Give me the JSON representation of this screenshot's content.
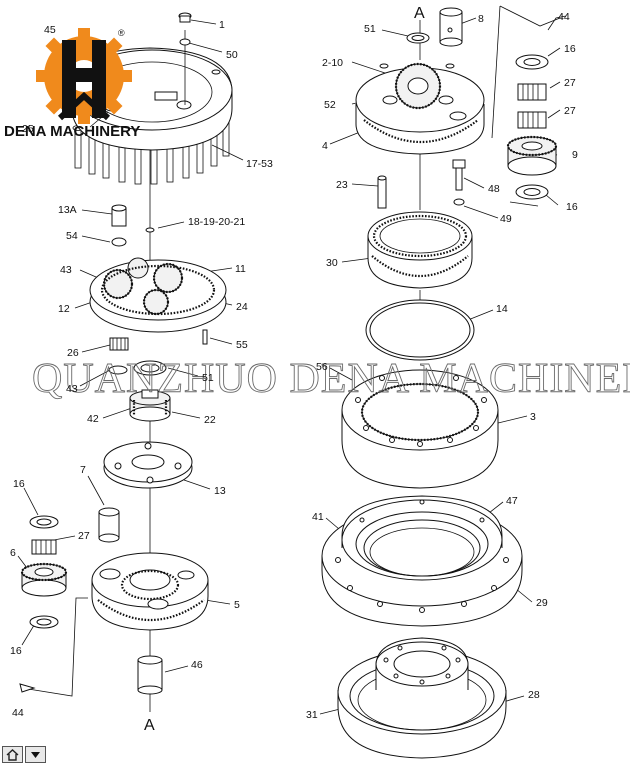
{
  "logo": {
    "brand": "DENA MACHINERY",
    "registered": "®",
    "color": "#f08a1c"
  },
  "watermark": "QUANZHUO DENA MACHINERY",
  "section_marks": {
    "top": "A",
    "bottom": "A"
  },
  "labels": {
    "l1": "1",
    "l45": "45",
    "l50": "50",
    "l25": "25",
    "l1753": "17-53",
    "l13a": "13A",
    "l54": "54",
    "l18": "18-19-20-21",
    "l43a": "43",
    "l11": "11",
    "l12": "12",
    "l24": "24",
    "l55": "55",
    "l26": "26",
    "l43b": "43",
    "l51b": "51",
    "l42": "42",
    "l22": "22",
    "l13": "13",
    "l7": "7",
    "l16a": "16",
    "l27a": "27",
    "l6": "6",
    "l16b": "16",
    "l5": "5",
    "l46": "46",
    "l44b": "44",
    "l51a": "51",
    "l8": "8",
    "l44a": "44",
    "l210": "2-10",
    "l52": "52",
    "l4": "4",
    "l16c": "16",
    "l27b": "27",
    "l27c": "27",
    "l9": "9",
    "l16d": "16",
    "l23": "23",
    "l48": "48",
    "l49": "49",
    "l30": "30",
    "l14": "14",
    "l56": "56",
    "l3": "3",
    "l41": "41",
    "l47": "47",
    "l29": "29",
    "l31": "31",
    "l28": "28"
  },
  "toolbar": {
    "home_icon": "home-icon",
    "menu_icon": "dropdown-arrow-icon"
  }
}
